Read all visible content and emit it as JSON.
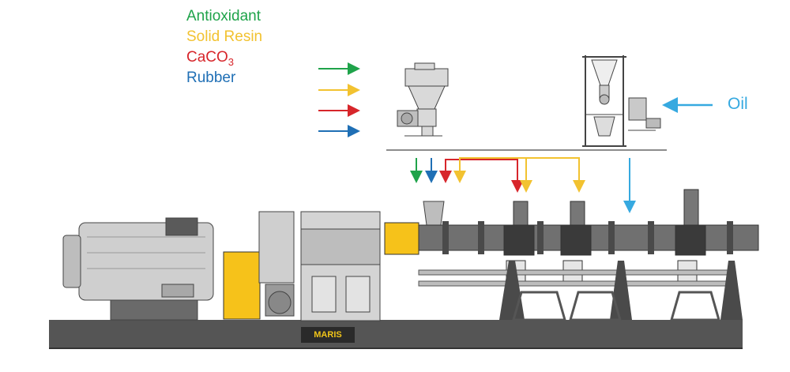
{
  "legend": {
    "antioxidant": {
      "label": "Antioxidant",
      "color": "#1fa34a"
    },
    "solid_resin": {
      "label": "Solid Resin",
      "color": "#f2c230"
    },
    "caco3": {
      "label": "CaCO",
      "sub": "3",
      "color": "#d7262b"
    },
    "rubber": {
      "label": "Rubber",
      "color": "#1f6fb5"
    }
  },
  "oil": {
    "label": "Oil",
    "color": "#36a9e0"
  },
  "brand": {
    "label": "MARIS"
  },
  "colors": {
    "machine_fill": "#cfcfcf",
    "machine_dark": "#4a4a4a",
    "barrel": "#707070",
    "accent_yellow": "#f6c21a",
    "base": "#555555"
  }
}
